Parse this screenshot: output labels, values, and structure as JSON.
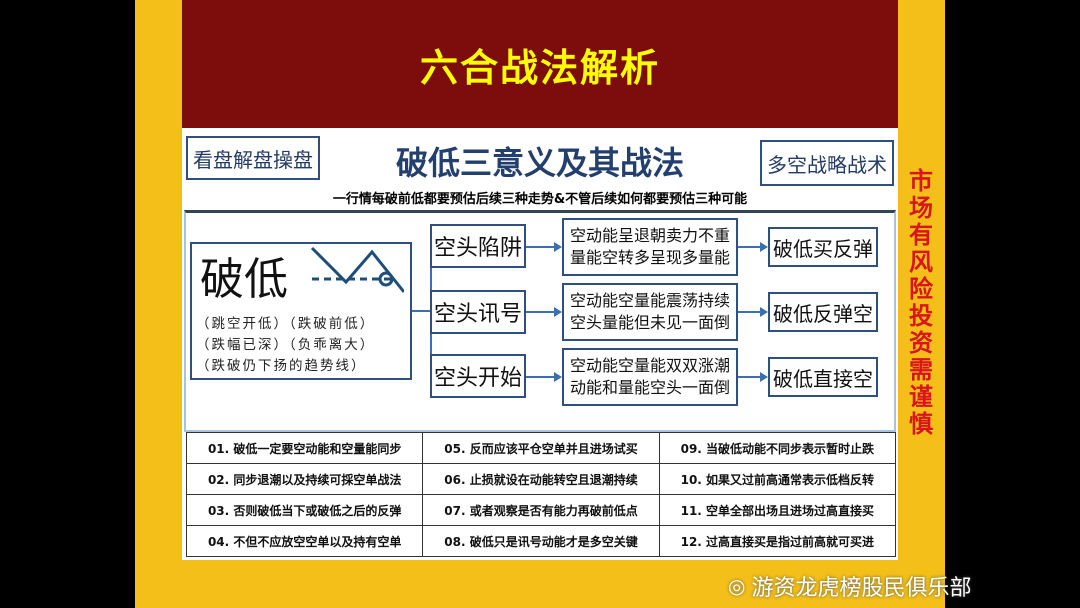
{
  "header": {
    "title": "六合战法解析"
  },
  "left_tag": "看盘解盘操盘",
  "right_tag": "多空战略战术",
  "title": "破低三意义及其战法",
  "subtitle": "一行情每破前低都要预估后续三种走势&不管后续如何都要预估三种可能",
  "source": {
    "label": "破低",
    "notes": [
      "（跳空开低）（跌破前低）",
      "（跌幅已深）（负乖离大）",
      "（跌破仍下扬的趋势线）"
    ]
  },
  "branches": [
    {
      "name": "空头陷阱",
      "desc": [
        "空动能呈退朝卖力不重",
        "量能空转多呈现多量能"
      ],
      "result": "破低买反弹"
    },
    {
      "name": "空头讯号",
      "desc": [
        "空动能空量能震荡持续",
        "空头量能但未见一面倒"
      ],
      "result": "破低反弹空"
    },
    {
      "name": "空头开始",
      "desc": [
        "空动能空量能双双涨潮",
        "动能和量能空头一面倒"
      ],
      "result": "破低直接空"
    }
  ],
  "rules": [
    [
      "01.  破低一定要空动能和空量能同步",
      "05.  反而应该平仓空单并且进场试买",
      "09.  当破低动能不同步表示暂时止跌"
    ],
    [
      "02.  同步退潮以及持续可採空单战法",
      "06.  止损就设在动能转空且退潮持续",
      "10.  如果又过前高通常表示低档反转"
    ],
    [
      "03.  否则破低当下或破低之后的反弹",
      "07.  或者观察是否有能力再破前低点",
      "11.  空单全部出场且进场过高直接买"
    ],
    [
      "04.  不但不应放空空单以及持有空单",
      "08.  破低只是讯号动能才是多空关键",
      "12.  过高直接买是指过前高就可买进"
    ]
  ],
  "side_warning": "市场有风险 投资需谨慎",
  "watermark": "游资龙虎榜股民俱乐部"
}
